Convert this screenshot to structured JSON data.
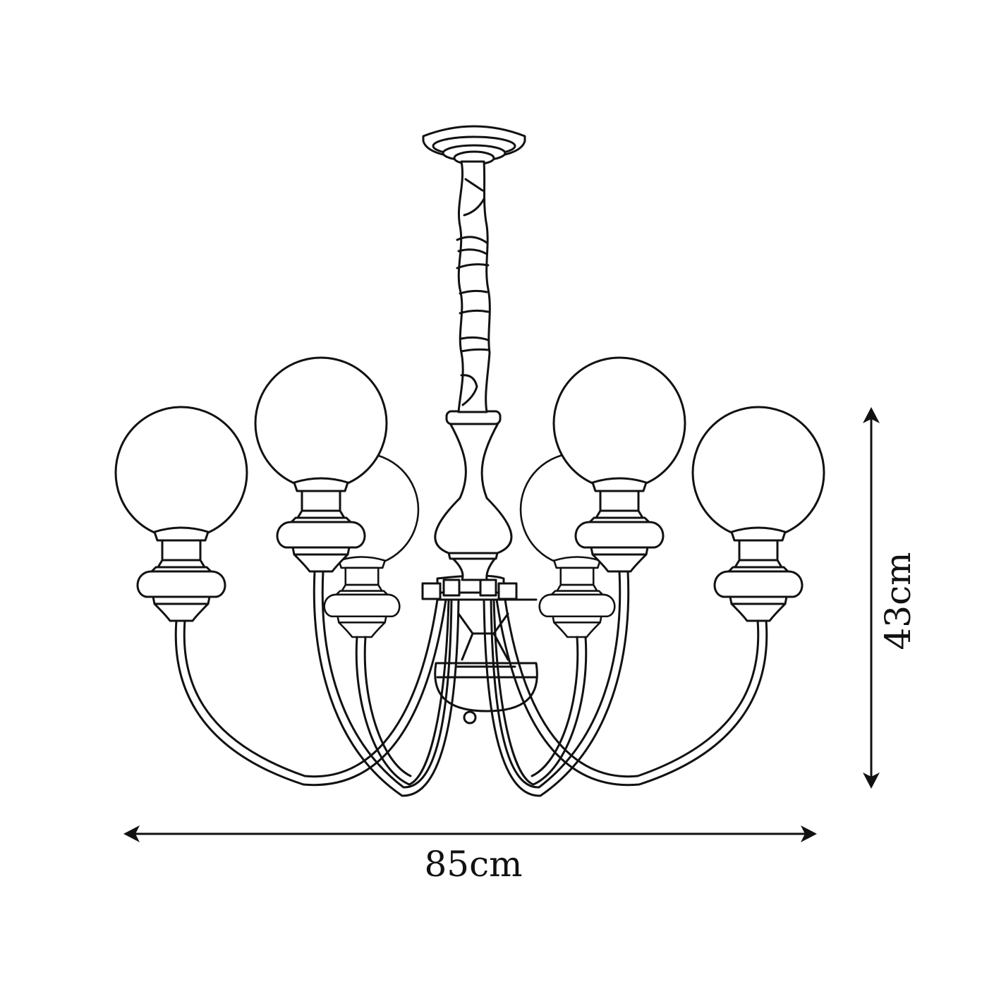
{
  "diagram": {
    "title": "Chandelier dimension drawing",
    "subject": "6-light globe chandelier with twisted rod",
    "line_color": "#111111",
    "background": "#ffffff",
    "lights_count": 6
  },
  "dimensions": {
    "width": {
      "label": "85cm",
      "value": 85,
      "unit": "cm",
      "orientation": "horizontal"
    },
    "height": {
      "label": "43cm",
      "value": 43,
      "unit": "cm",
      "orientation": "vertical"
    }
  }
}
